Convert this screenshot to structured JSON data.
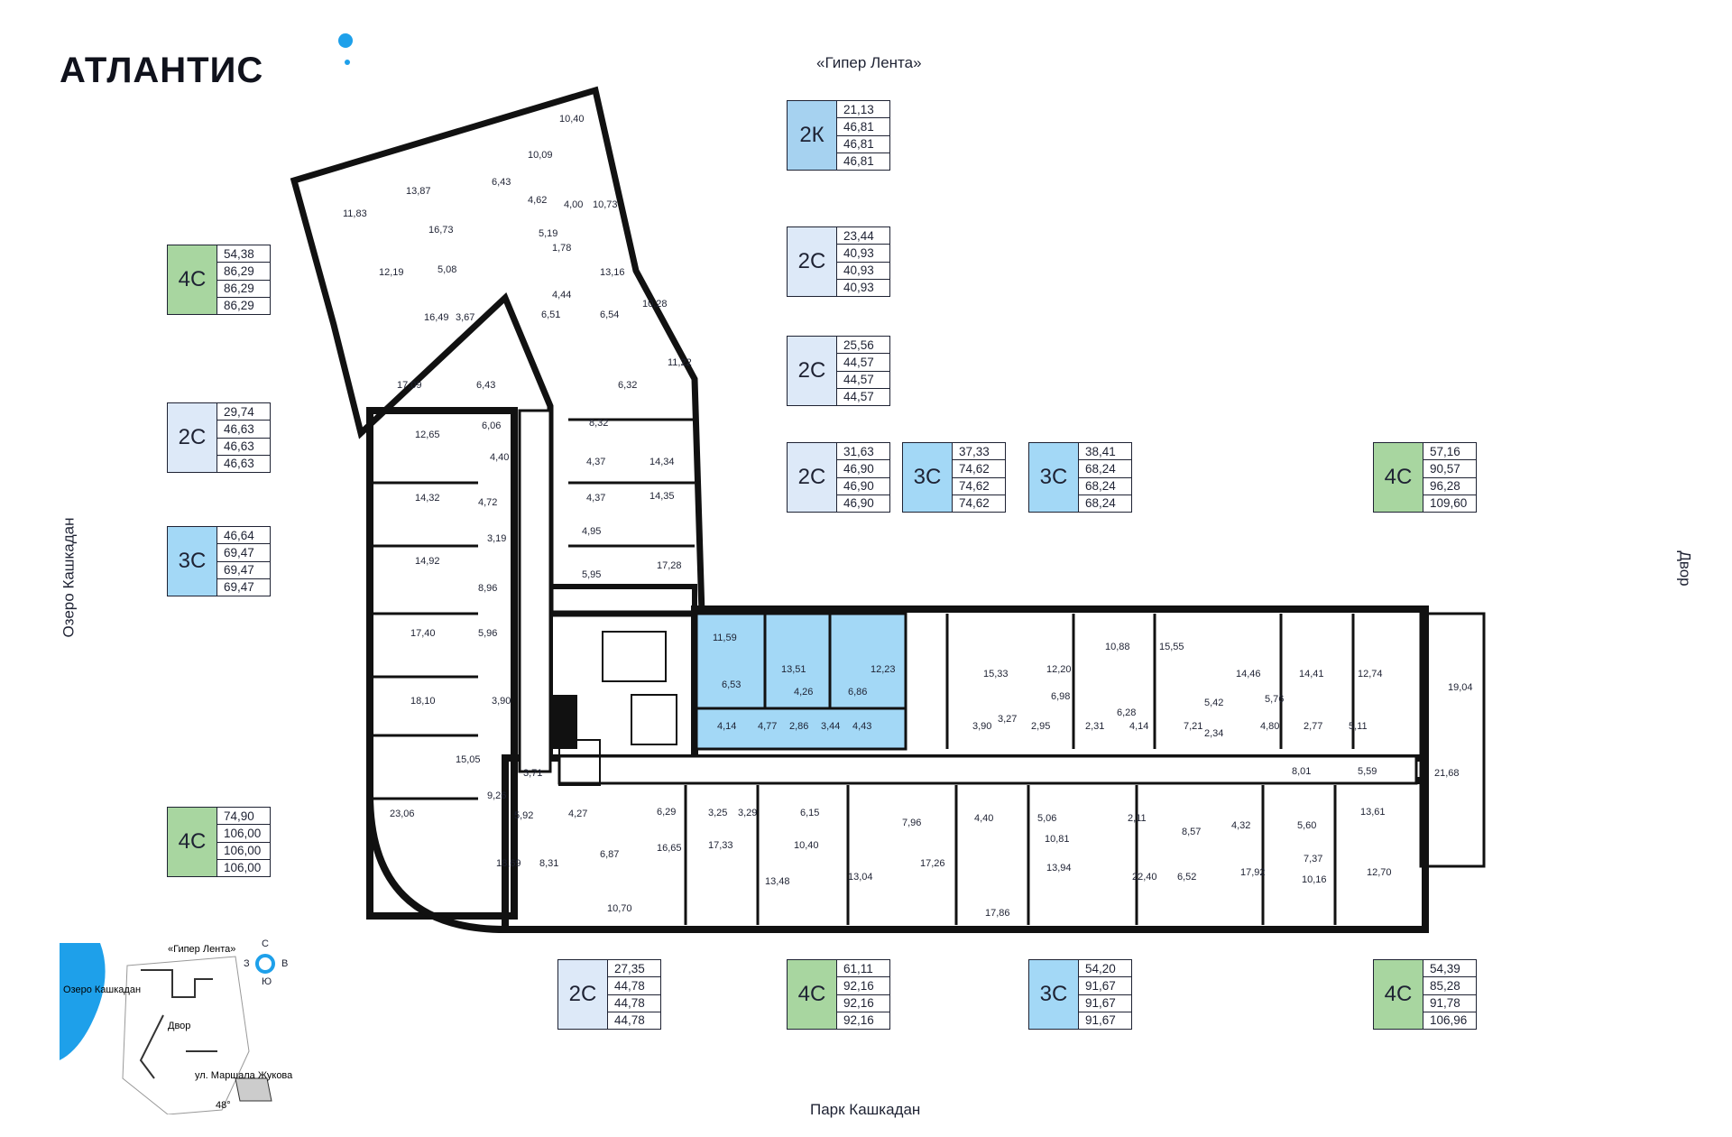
{
  "brand": {
    "name": "АТЛАНТИС",
    "accent": "#1ea0ea"
  },
  "labels": {
    "top": "«Гипер Лента»",
    "bottom": "Парк Кашкадан",
    "left": "Озеро Кашкадан",
    "right": "Двор"
  },
  "colors": {
    "2K": "#a6d2f0",
    "2C": "#dde9f8",
    "3C": "#a3d8f6",
    "4C": "#a8d6a0",
    "selected": "#a3d8f6",
    "walls": "#111111"
  },
  "cards": [
    {
      "type": "2К",
      "values": [
        "21,13",
        "46,81",
        "46,81",
        "46,81"
      ]
    },
    {
      "type": "2С",
      "values": [
        "23,44",
        "40,93",
        "40,93",
        "40,93"
      ]
    },
    {
      "type": "2С",
      "values": [
        "25,56",
        "44,57",
        "44,57",
        "44,57"
      ]
    },
    {
      "type": "2С",
      "values": [
        "31,63",
        "46,90",
        "46,90",
        "46,90"
      ]
    },
    {
      "type": "3С",
      "values": [
        "37,33",
        "74,62",
        "74,62",
        "74,62"
      ]
    },
    {
      "type": "3С",
      "values": [
        "38,41",
        "68,24",
        "68,24",
        "68,24"
      ]
    },
    {
      "type": "4С",
      "values": [
        "57,16",
        "90,57",
        "96,28",
        "109,60"
      ]
    },
    {
      "type": "4С",
      "values": [
        "54,38",
        "86,29",
        "86,29",
        "86,29"
      ]
    },
    {
      "type": "2С",
      "values": [
        "29,74",
        "46,63",
        "46,63",
        "46,63"
      ]
    },
    {
      "type": "3С",
      "values": [
        "46,64",
        "69,47",
        "69,47",
        "69,47"
      ]
    },
    {
      "type": "4С",
      "values": [
        "74,90",
        "106,00",
        "106,00",
        "106,00"
      ]
    },
    {
      "type": "2С",
      "values": [
        "27,35",
        "44,78",
        "44,78",
        "44,78"
      ]
    },
    {
      "type": "4С",
      "values": [
        "61,11",
        "92,16",
        "92,16",
        "92,16"
      ]
    },
    {
      "type": "3С",
      "values": [
        "54,20",
        "91,67",
        "91,67",
        "91,67"
      ]
    },
    {
      "type": "4С",
      "values": [
        "54,39",
        "85,28",
        "91,78",
        "106,96"
      ]
    }
  ],
  "room_areas": [
    "10,40",
    "10,09",
    "6,43",
    "13,87",
    "11,83",
    "4,62",
    "4,00",
    "10,73",
    "16,73",
    "5,19",
    "12,19",
    "5,08",
    "1,78",
    "13,16",
    "4,44",
    "10,28",
    "16,49",
    "3,67",
    "6,51",
    "6,54",
    "17,09",
    "6,43",
    "11,22",
    "6,32",
    "12,65",
    "6,06",
    "8,32",
    "4,40",
    "4,37",
    "14,34",
    "4,37",
    "14,35",
    "14,32",
    "4,72",
    "3,19",
    "4,95",
    "14,92",
    "17,28",
    "5,95",
    "8,96",
    "11,59",
    "13,51",
    "12,23",
    "17,40",
    "5,96",
    "6,53",
    "4,26",
    "6,86",
    "18,10",
    "3,90",
    "4,14",
    "4,77",
    "2,86",
    "3,44",
    "4,43",
    "15,05",
    "3,71",
    "9,26",
    "23,06",
    "5,92",
    "4,27",
    "6,29",
    "18,69",
    "8,31",
    "6,87",
    "16,65",
    "3,25",
    "3,29",
    "17,33",
    "6,15",
    "10,40",
    "13,48",
    "13,04",
    "7,96",
    "17,26",
    "10,70",
    "15,33",
    "12,20",
    "10,88",
    "15,55",
    "14,46",
    "14,41",
    "12,74",
    "19,04",
    "6,98",
    "6,28",
    "5,42",
    "5,76",
    "3,90",
    "3,27",
    "2,95",
    "2,31",
    "4,14",
    "7,21",
    "2,34",
    "4,80",
    "2,77",
    "5,11",
    "8,01",
    "5,59",
    "4,40",
    "5,06",
    "10,81",
    "2,11",
    "8,57",
    "4,32",
    "5,60",
    "13,61",
    "21,68",
    "7,37",
    "17,86",
    "13,94",
    "22,40",
    "6,52",
    "17,92",
    "10,16",
    "12,70"
  ],
  "minimap": {
    "lake": "Озеро Кашкадан",
    "mall": "«Гипер Лента»",
    "yard": "Двор",
    "street": "ул. Маршала Жукова",
    "angle": "48°",
    "compass": {
      "n": "С",
      "s": "Ю",
      "w": "З",
      "e": "В"
    }
  }
}
